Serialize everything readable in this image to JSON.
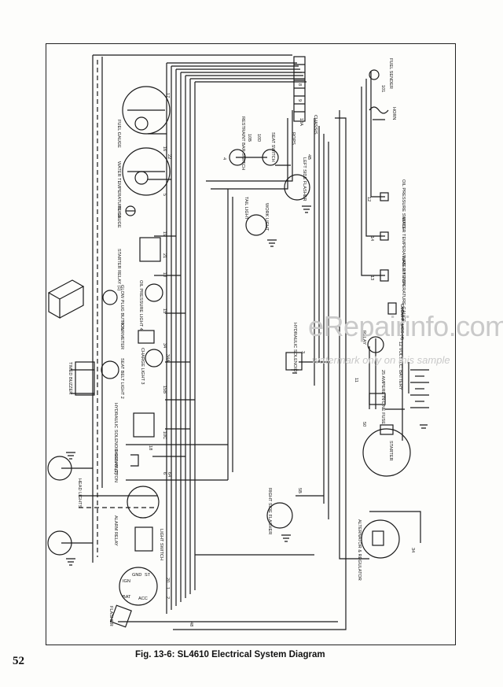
{
  "caption": "Fig. 13-6: SL4610 Electrical System Diagram",
  "page_number": "52",
  "watermark": {
    "main": "eRepairinfo.com",
    "sub": "watermark only on this sample"
  },
  "components": {
    "fuel_gauge": "FUEL GAUGE",
    "water_temp_gauge": "WATER TEMPERATURE GAUGE",
    "fuse": "FUSE",
    "starter_relay": "STARTER RELAY (1)",
    "glow_plug_button": "GLOW PLUG BUTTON",
    "oil_pressure_light": "OIL PRESSURE LIGHT 4",
    "hourmeter": "HOURMETER",
    "seat_belt_light": "SEAT BELT LIGHT 2",
    "charge_light": "CHARGE LIGHT 3",
    "hydraulic_solenoid_relay": "HYDRAULIC SOLENOID RELAY (2)",
    "timed_buzzer": "TIMED BUZZER",
    "head_lights": "HEAD LIGHTS",
    "horn_button": "HORN BUTTON",
    "alarm_relay": "ALARM RELAY",
    "light_switch": "LIGHT SWITCH",
    "flasher": "FLASHER",
    "ign_switch_terms": [
      "IGN",
      "GND",
      "ST",
      "BAT",
      "ACC"
    ],
    "restraint_bar_switch": "RESTRAINT BAR SWITCH",
    "seat_switch": "SEAT SWITCH",
    "tail_light": "TAIL LIGHT",
    "work_light": "WORK LIGHT",
    "left_side_flasher": "LEFT SIDE FLASHER",
    "hydraulic_solenoid": "HYDRAULIC SOLENOID",
    "fuse_25a": "25 AMPERE IN-LINE FUSE",
    "battery": "12 VOLT D.C. BATTERY",
    "starter": "STARTER",
    "right_side_flasher": "RIGHT SIDE FLASHER",
    "alternator": "ALTERNATOR & REGULATOR",
    "fuel_sender": "FUEL SENDER",
    "horn": "HORN",
    "chassis": "CHASSIS",
    "rops": "ROPS",
    "oil_pressure_switch": "OIL PRESSURE SWITCH",
    "water_temp_switch": "WATER TEMPERATURE SWITCH",
    "water_temp_gauge_sender": "WATER TEMPERATURE GAUGE",
    "glow_plugs": "GLOW PLUGS (4)",
    "relay": "RELAY"
  },
  "wire_labels": [
    "17",
    "16",
    "22",
    "5",
    "19",
    "21",
    "10",
    "15",
    "34",
    "34A",
    "15B",
    "10C",
    "18",
    "6",
    "64",
    "20",
    "1",
    "2",
    "48",
    "4B",
    "12",
    "50",
    "3",
    "34",
    "10A",
    "10B",
    "10D",
    "101",
    "14",
    "13",
    "5B",
    "4",
    "11",
    "8",
    "9"
  ]
}
